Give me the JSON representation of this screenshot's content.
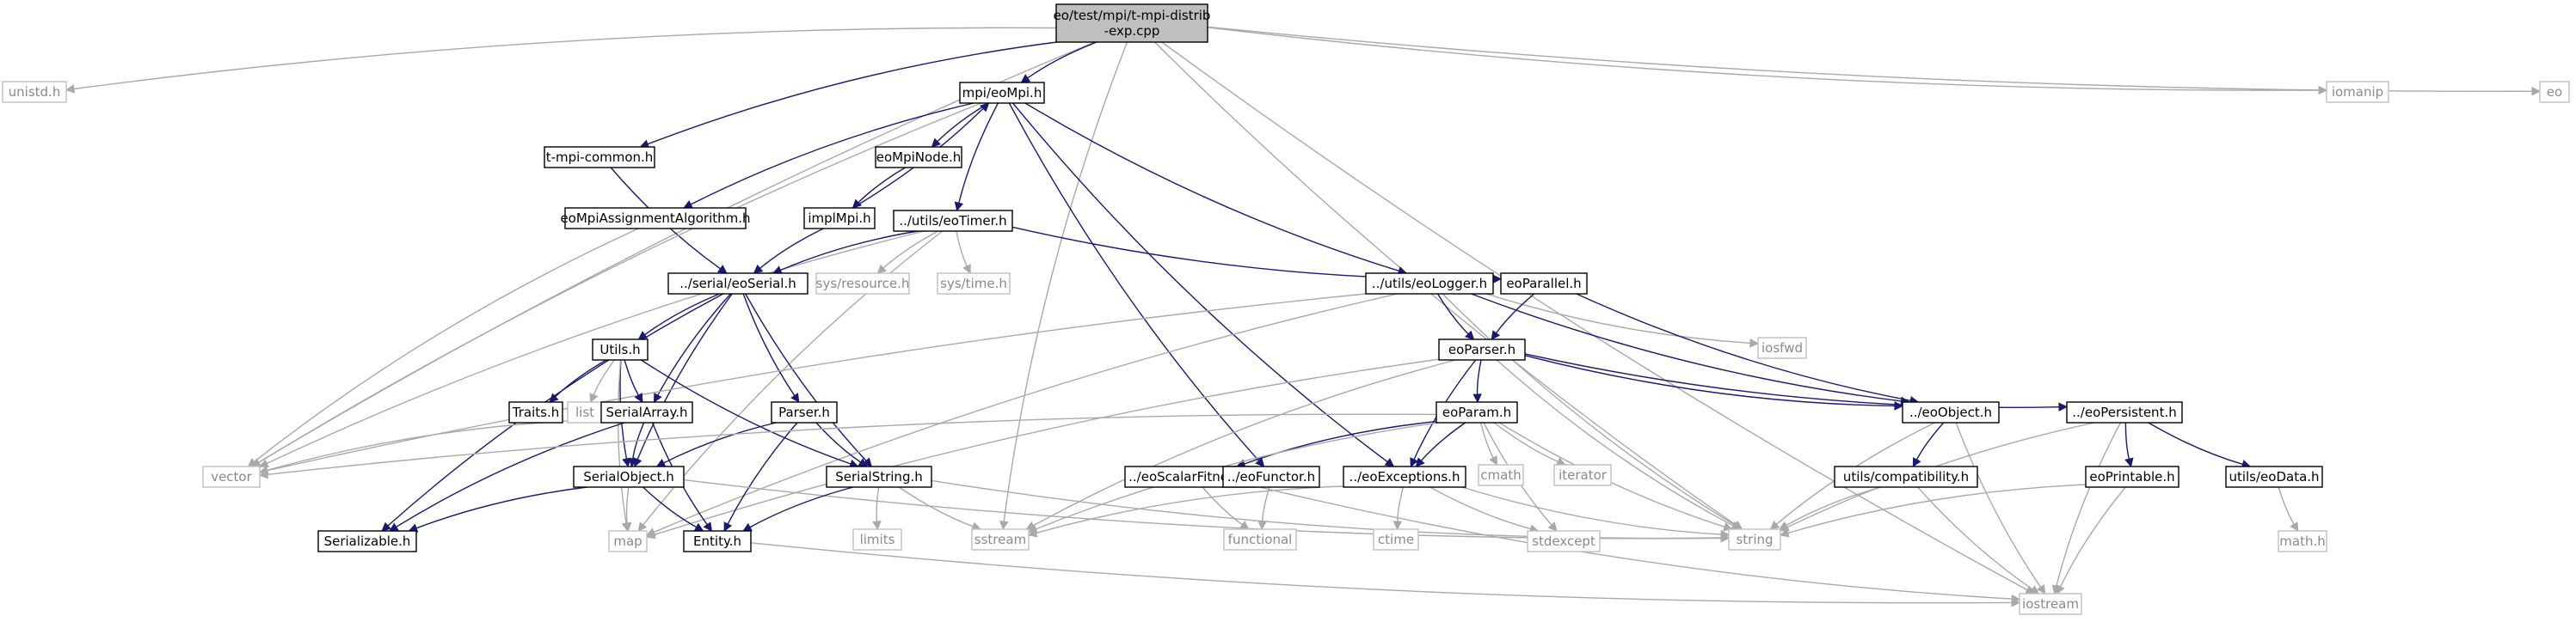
{
  "diagram": {
    "nodes": [
      {
        "id": "root",
        "lines": [
          "eo/test/mpi/t-mpi-distrib",
          "-exp.cpp"
        ],
        "kind": "root"
      },
      {
        "id": "unistd",
        "lines": [
          "unistd.h"
        ],
        "kind": "sys"
      },
      {
        "id": "vector",
        "lines": [
          "vector"
        ],
        "kind": "sys"
      },
      {
        "id": "tmpicommon",
        "lines": [
          "t-mpi-common.h"
        ],
        "kind": "local"
      },
      {
        "id": "eompi",
        "lines": [
          "mpi/eoMpi.h"
        ],
        "kind": "local"
      },
      {
        "id": "sstream",
        "lines": [
          "sstream"
        ],
        "kind": "sys"
      },
      {
        "id": "string",
        "lines": [
          "string"
        ],
        "kind": "sys"
      },
      {
        "id": "iostream",
        "lines": [
          "iostream"
        ],
        "kind": "sys"
      },
      {
        "id": "iomanip",
        "lines": [
          "iomanip"
        ],
        "kind": "sys"
      },
      {
        "id": "eo",
        "lines": [
          "eo"
        ],
        "kind": "sys"
      },
      {
        "id": "eompinode",
        "lines": [
          "eoMpiNode.h"
        ],
        "kind": "local"
      },
      {
        "id": "eompiassign",
        "lines": [
          "eoMpiAssignmentAlgorithm.h"
        ],
        "kind": "local"
      },
      {
        "id": "implmpi",
        "lines": [
          "implMpi.h"
        ],
        "kind": "local"
      },
      {
        "id": "eotimer",
        "lines": [
          "../utils/eoTimer.h"
        ],
        "kind": "local"
      },
      {
        "id": "eoserial",
        "lines": [
          "../serial/eoSerial.h"
        ],
        "kind": "local"
      },
      {
        "id": "sysresource",
        "lines": [
          "sys/resource.h"
        ],
        "kind": "sys"
      },
      {
        "id": "systime",
        "lines": [
          "sys/time.h"
        ],
        "kind": "sys"
      },
      {
        "id": "eologger",
        "lines": [
          "../utils/eoLogger.h"
        ],
        "kind": "local"
      },
      {
        "id": "eoparallel",
        "lines": [
          "eoParallel.h"
        ],
        "kind": "local"
      },
      {
        "id": "iosfwd",
        "lines": [
          "iosfwd"
        ],
        "kind": "sys"
      },
      {
        "id": "eoparser",
        "lines": [
          "eoParser.h"
        ],
        "kind": "local"
      },
      {
        "id": "utilsh",
        "lines": [
          "Utils.h"
        ],
        "kind": "local"
      },
      {
        "id": "traits",
        "lines": [
          "Traits.h"
        ],
        "kind": "local"
      },
      {
        "id": "list",
        "lines": [
          "list"
        ],
        "kind": "sys"
      },
      {
        "id": "serialarray",
        "lines": [
          "SerialArray.h"
        ],
        "kind": "local"
      },
      {
        "id": "parserh",
        "lines": [
          "Parser.h"
        ],
        "kind": "local"
      },
      {
        "id": "eoparam",
        "lines": [
          "eoParam.h"
        ],
        "kind": "local"
      },
      {
        "id": "eoobject",
        "lines": [
          "../eoObject.h"
        ],
        "kind": "local"
      },
      {
        "id": "eopersistent",
        "lines": [
          "../eoPersistent.h"
        ],
        "kind": "local"
      },
      {
        "id": "cmath",
        "lines": [
          "cmath"
        ],
        "kind": "sys"
      },
      {
        "id": "iterator",
        "lines": [
          "iterator"
        ],
        "kind": "sys"
      },
      {
        "id": "serialobject",
        "lines": [
          "SerialObject.h"
        ],
        "kind": "local"
      },
      {
        "id": "serialstring",
        "lines": [
          "SerialString.h"
        ],
        "kind": "local"
      },
      {
        "id": "eoscalarfitness",
        "lines": [
          "../eoScalarFitness.h"
        ],
        "kind": "local"
      },
      {
        "id": "eofunctor",
        "lines": [
          "../eoFunctor.h"
        ],
        "kind": "local"
      },
      {
        "id": "eoexceptions",
        "lines": [
          "../eoExceptions.h"
        ],
        "kind": "local"
      },
      {
        "id": "compat",
        "lines": [
          "utils/compatibility.h"
        ],
        "kind": "local"
      },
      {
        "id": "eoprintable",
        "lines": [
          "eoPrintable.h"
        ],
        "kind": "local"
      },
      {
        "id": "eodata",
        "lines": [
          "utils/eoData.h"
        ],
        "kind": "local"
      },
      {
        "id": "serializable",
        "lines": [
          "Serializable.h"
        ],
        "kind": "local"
      },
      {
        "id": "map",
        "lines": [
          "map"
        ],
        "kind": "sys"
      },
      {
        "id": "entity",
        "lines": [
          "Entity.h"
        ],
        "kind": "local"
      },
      {
        "id": "limits",
        "lines": [
          "limits"
        ],
        "kind": "sys"
      },
      {
        "id": "functional",
        "lines": [
          "functional"
        ],
        "kind": "sys"
      },
      {
        "id": "ctime",
        "lines": [
          "ctime"
        ],
        "kind": "sys"
      },
      {
        "id": "stdexcept",
        "lines": [
          "stdexcept"
        ],
        "kind": "sys"
      },
      {
        "id": "mathh",
        "lines": [
          "math.h"
        ],
        "kind": "sys"
      }
    ],
    "edges": [
      [
        "root",
        "unistd"
      ],
      [
        "root",
        "vector"
      ],
      [
        "root",
        "tmpicommon"
      ],
      [
        "root",
        "eompi"
      ],
      [
        "root",
        "sstream"
      ],
      [
        "root",
        "string"
      ],
      [
        "root",
        "iostream"
      ],
      [
        "root",
        "iomanip"
      ],
      [
        "root",
        "eo"
      ],
      [
        "tmpicommon",
        "eoserial"
      ],
      [
        "eompi",
        "vector"
      ],
      [
        "eompi",
        "eompinode"
      ],
      [
        "eompi",
        "eompiassign"
      ],
      [
        "eompi",
        "eotimer"
      ],
      [
        "eompi",
        "eologger"
      ],
      [
        "eompi",
        "eoexceptions"
      ],
      [
        "eompi",
        "eofunctor"
      ],
      [
        "eompinode",
        "implmpi"
      ],
      [
        "implmpi",
        "eompi"
      ],
      [
        "implmpi",
        "eoserial"
      ],
      [
        "eompiassign",
        "vector"
      ],
      [
        "eotimer",
        "vector"
      ],
      [
        "eotimer",
        "eoserial"
      ],
      [
        "eotimer",
        "sysresource"
      ],
      [
        "eotimer",
        "systime"
      ],
      [
        "eotimer",
        "eoparallel"
      ],
      [
        "eotimer",
        "map"
      ],
      [
        "eoserial",
        "utilsh"
      ],
      [
        "eoserial",
        "serialarray"
      ],
      [
        "eoserial",
        "parserh"
      ],
      [
        "eoserial",
        "serialobject"
      ],
      [
        "eoserial",
        "serialstring"
      ],
      [
        "eoserial",
        "serializable"
      ],
      [
        "eologger",
        "vector"
      ],
      [
        "eologger",
        "iosfwd"
      ],
      [
        "eologger",
        "eoparser"
      ],
      [
        "eologger",
        "eoobject"
      ],
      [
        "eologger",
        "string"
      ],
      [
        "eologger",
        "map"
      ],
      [
        "eoparallel",
        "eoparser"
      ],
      [
        "eoparallel",
        "eoobject"
      ],
      [
        "eoparser",
        "eoparam"
      ],
      [
        "eoparser",
        "eoobject"
      ],
      [
        "eoparser",
        "eopersistent"
      ],
      [
        "eoparser",
        "eoexceptions"
      ],
      [
        "eoparser",
        "sstream"
      ],
      [
        "eoparser",
        "string"
      ],
      [
        "eoparser",
        "map"
      ],
      [
        "utilsh",
        "traits"
      ],
      [
        "utilsh",
        "list"
      ],
      [
        "utilsh",
        "serialarray"
      ],
      [
        "utilsh",
        "serialobject"
      ],
      [
        "utilsh",
        "map"
      ],
      [
        "utilsh",
        "serialstring"
      ],
      [
        "serialarray",
        "vector"
      ],
      [
        "serialarray",
        "serialobject"
      ],
      [
        "serialarray",
        "serializable"
      ],
      [
        "serialarray",
        "entity"
      ],
      [
        "parserh",
        "serialobject"
      ],
      [
        "parserh",
        "serialstring"
      ],
      [
        "parserh",
        "entity"
      ],
      [
        "eoparam",
        "vector"
      ],
      [
        "eoparam",
        "eoscalarfitness"
      ],
      [
        "eoparam",
        "eoexceptions"
      ],
      [
        "eoparam",
        "cmath"
      ],
      [
        "eoparam",
        "iterator"
      ],
      [
        "eoparam",
        "sstream"
      ],
      [
        "eoparam",
        "string"
      ],
      [
        "eoparam",
        "stdexcept"
      ],
      [
        "eoobject",
        "compat"
      ],
      [
        "eoobject",
        "string"
      ],
      [
        "eoobject",
        "iostream"
      ],
      [
        "eopersistent",
        "eoprintable"
      ],
      [
        "eopersistent",
        "iostream"
      ],
      [
        "eopersistent",
        "string"
      ],
      [
        "eopersistent",
        "eodata"
      ],
      [
        "serialobject",
        "serializable"
      ],
      [
        "serialobject",
        "map"
      ],
      [
        "serialobject",
        "entity"
      ],
      [
        "serialobject",
        "string"
      ],
      [
        "serialstring",
        "entity"
      ],
      [
        "serialstring",
        "limits"
      ],
      [
        "serialstring",
        "sstream"
      ],
      [
        "serialstring",
        "string"
      ],
      [
        "eoscalarfitness",
        "functional"
      ],
      [
        "eoscalarfitness",
        "iostream"
      ],
      [
        "eofunctor",
        "functional"
      ],
      [
        "eoexceptions",
        "ctime"
      ],
      [
        "eoexceptions",
        "stdexcept"
      ],
      [
        "eoexceptions",
        "string"
      ],
      [
        "eoexceptions",
        "sstream"
      ],
      [
        "compat",
        "string"
      ],
      [
        "compat",
        "iostream"
      ],
      [
        "eoprintable",
        "string"
      ],
      [
        "eoprintable",
        "iostream"
      ],
      [
        "eodata",
        "mathh"
      ],
      [
        "entity",
        "iostream"
      ]
    ]
  }
}
